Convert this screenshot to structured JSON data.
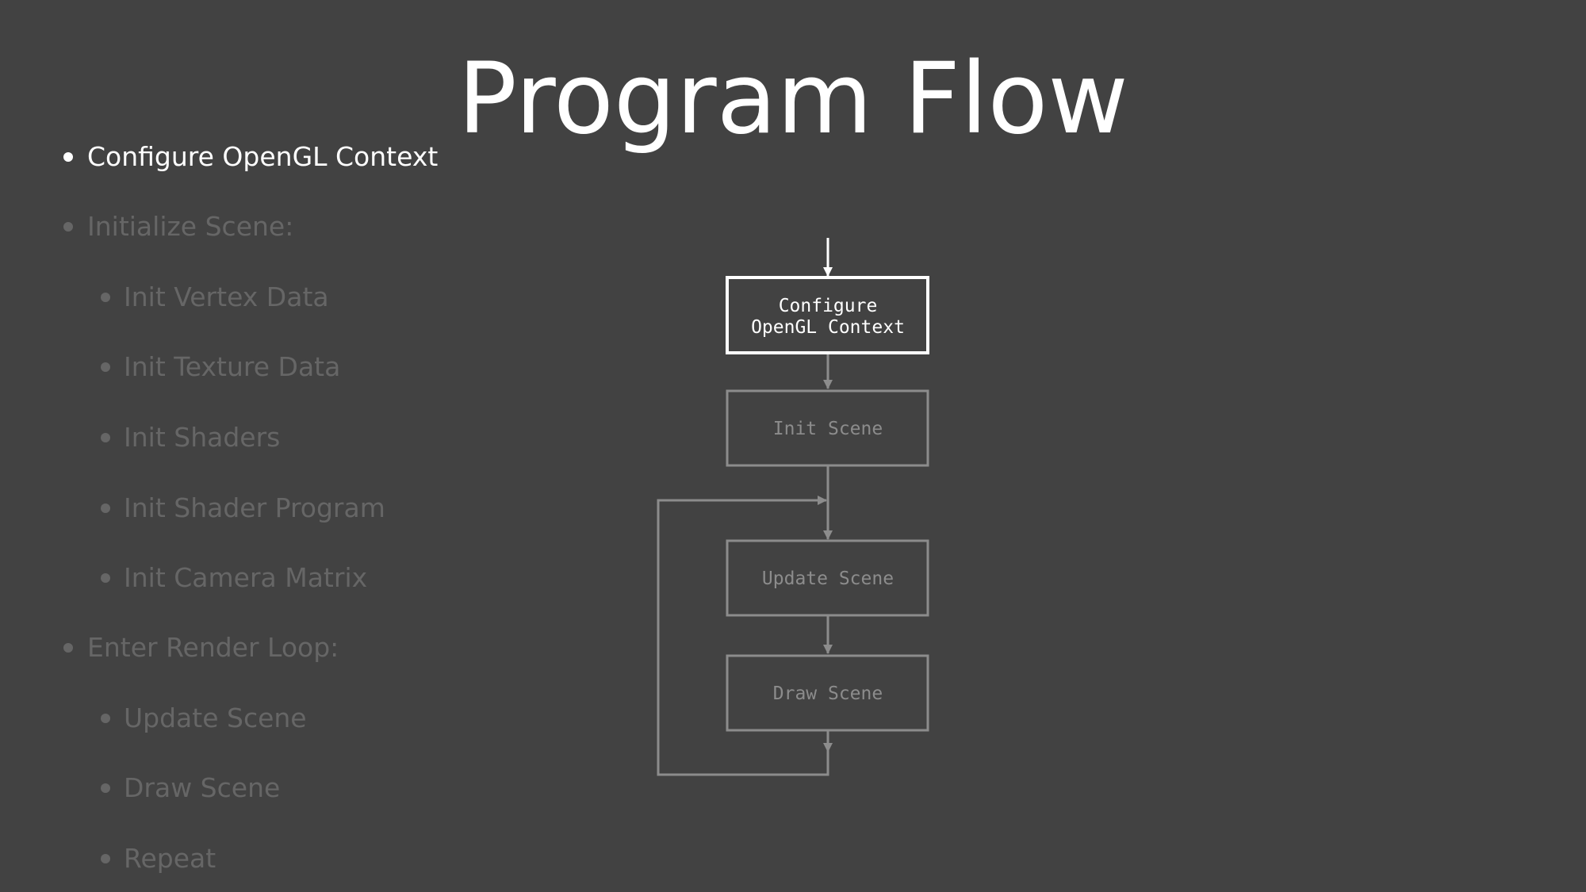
{
  "slide": {
    "title": "Program Flow"
  },
  "bullets": [
    {
      "label": "Configure OpenGL Context",
      "level": 1,
      "active": true
    },
    {
      "label": "Initialize Scene:",
      "level": 1,
      "active": false
    },
    {
      "label": "Init Vertex Data",
      "level": 2,
      "active": false
    },
    {
      "label": "Init Texture Data",
      "level": 2,
      "active": false
    },
    {
      "label": "Init Shaders",
      "level": 2,
      "active": false
    },
    {
      "label": "Init Shader Program",
      "level": 2,
      "active": false
    },
    {
      "label": "Init Camera Matrix",
      "level": 2,
      "active": false
    },
    {
      "label": "Enter Render Loop:",
      "level": 1,
      "active": false
    },
    {
      "label": "Update Scene",
      "level": 2,
      "active": false
    },
    {
      "label": "Draw Scene",
      "level": 2,
      "active": false
    },
    {
      "label": "Repeat",
      "level": 2,
      "active": false
    }
  ],
  "flowchart": {
    "nodes": [
      {
        "id": "configure",
        "lines": [
          "Configure",
          "OpenGL Context"
        ],
        "active": true
      },
      {
        "id": "init",
        "lines": [
          "Init Scene"
        ],
        "active": false
      },
      {
        "id": "update",
        "lines": [
          "Update Scene"
        ],
        "active": false
      },
      {
        "id": "draw",
        "lines": [
          "Draw Scene"
        ],
        "active": false
      }
    ],
    "edges": [
      {
        "from": "entry",
        "to": "configure",
        "active": true
      },
      {
        "from": "configure",
        "to": "init",
        "active": false
      },
      {
        "from": "init",
        "to": "update",
        "active": false
      },
      {
        "from": "update",
        "to": "draw",
        "active": false
      },
      {
        "from": "draw",
        "to": "update",
        "type": "loop-back",
        "active": false
      }
    ]
  },
  "colors": {
    "background": "#424242",
    "active": "#ffffff",
    "inactive": "#666666",
    "diagram_inactive": "#8c8c8c"
  }
}
